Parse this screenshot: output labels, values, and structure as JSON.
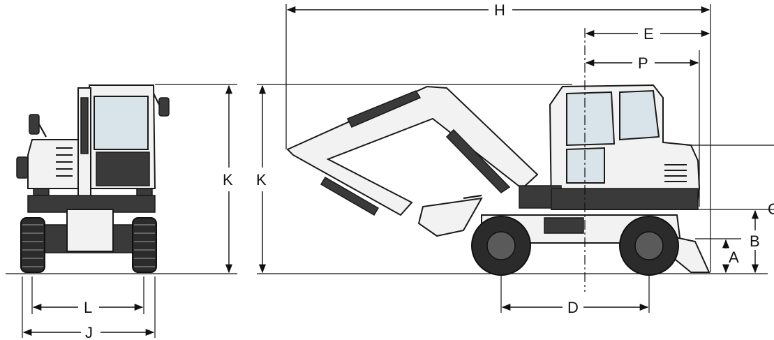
{
  "diagram": {
    "dimension_labels": {
      "H": "H",
      "E": "E",
      "P": "P",
      "K_front": "K",
      "K_side": "K",
      "C": "C",
      "B": "B",
      "A": "A",
      "D": "D",
      "L": "L",
      "J": "J"
    }
  }
}
